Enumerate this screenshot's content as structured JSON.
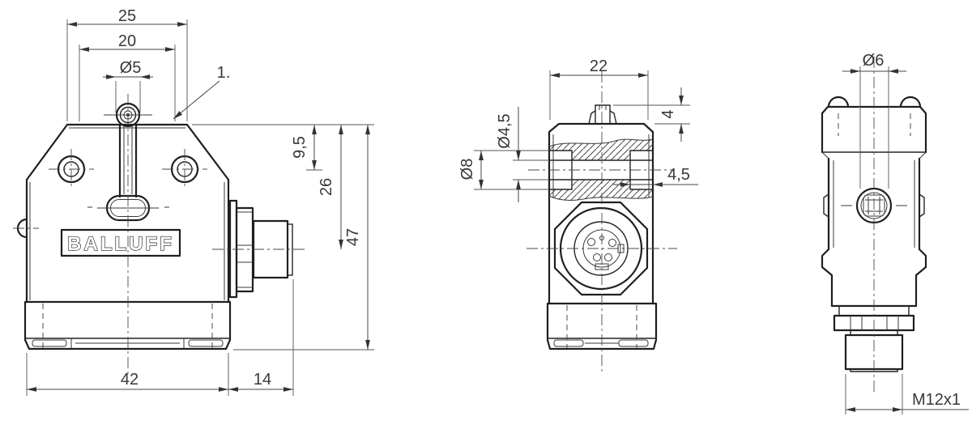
{
  "drawing": {
    "brand_logo": "BALLUFF",
    "front_view": {
      "dim_width_top": "25",
      "dim_width_inner": "20",
      "dim_roller_dia": "Ø5",
      "callout_note": "1.",
      "dim_height_to_hole": "9,5",
      "dim_height_to_axis": "26",
      "dim_height_total": "47",
      "dim_body_width": "42",
      "dim_connector_len": "14"
    },
    "section_view": {
      "dim_width": "22",
      "dim_plunger_height": "4",
      "dim_bore_dia": "Ø4,5",
      "dim_counterbore_dia": "Ø8",
      "dim_counterbore_depth": "4,5"
    },
    "side_view": {
      "dim_plunger_dia": "Ø6",
      "dim_thread": "M12x1"
    },
    "colors": {
      "line": "#1f1f1f",
      "dimension": "#454545",
      "background": "#ffffff"
    }
  }
}
